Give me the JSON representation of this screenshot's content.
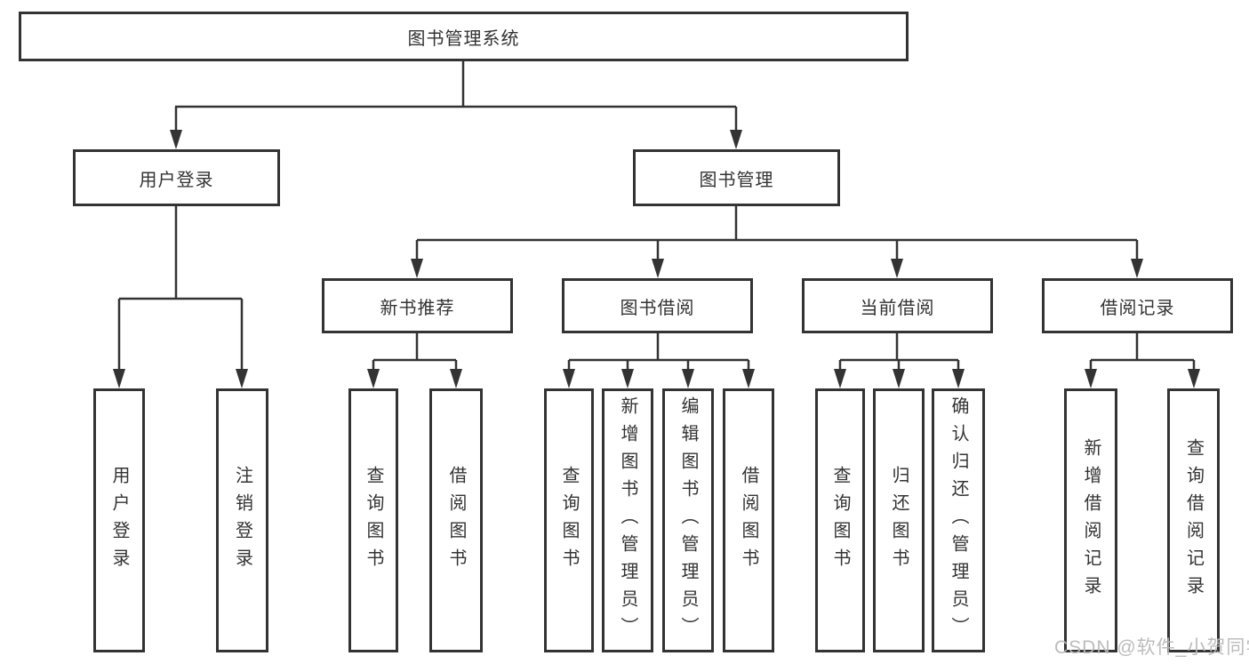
{
  "diagram": {
    "root": {
      "label": "图书管理系统",
      "children": [
        {
          "label": "用户登录",
          "children": [
            {
              "label": "用户登录"
            },
            {
              "label": "注销登录"
            }
          ]
        },
        {
          "label": "图书管理",
          "children": [
            {
              "label": "新书推荐",
              "children": [
                {
                  "label": "查询图书"
                },
                {
                  "label": "借阅图书"
                }
              ]
            },
            {
              "label": "图书借阅",
              "children": [
                {
                  "label": "查询图书"
                },
                {
                  "label": "新增图书（管理员）"
                },
                {
                  "label": "编辑图书（管理员）"
                },
                {
                  "label": "借阅图书"
                }
              ]
            },
            {
              "label": "当前借阅",
              "children": [
                {
                  "label": "查询图书"
                },
                {
                  "label": "归还图书"
                },
                {
                  "label": "确认归还（管理员）"
                }
              ]
            },
            {
              "label": "借阅记录",
              "children": [
                {
                  "label": "新增借阅记录"
                },
                {
                  "label": "查询借阅记录"
                }
              ]
            }
          ]
        }
      ]
    },
    "watermark": {
      "text": "CSDN @软件_小贺同学"
    },
    "colors": {
      "line": "#333333",
      "box_border": "#333333",
      "text": "#333333",
      "watermark": "#b9b9b9",
      "background": "#ffffff"
    }
  }
}
